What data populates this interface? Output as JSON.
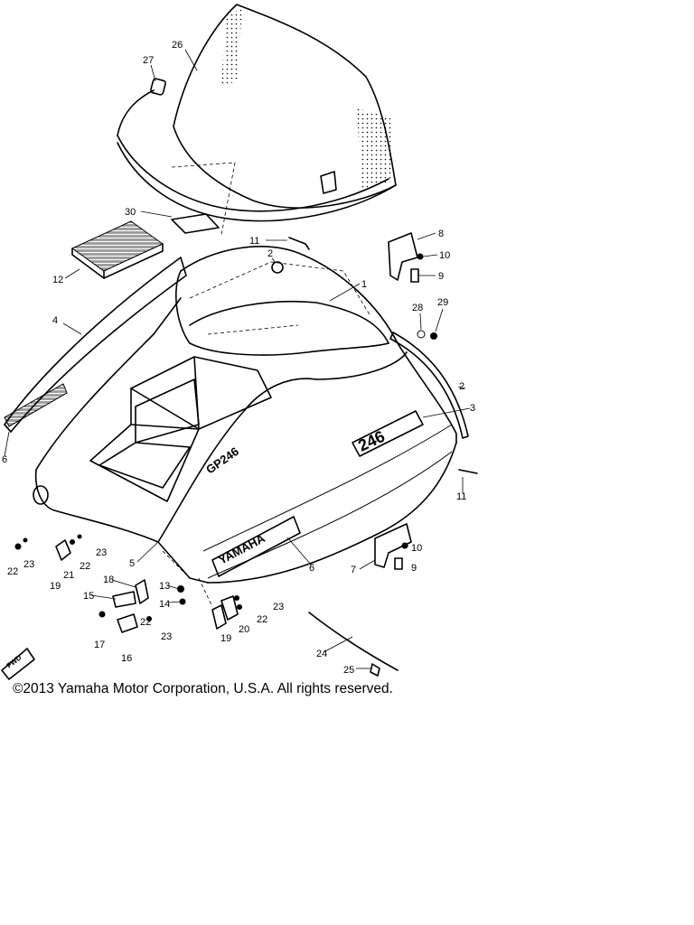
{
  "copyright": "©2013 Yamaha Motor Corporation, U.S.A. All rights reserved.",
  "decals": {
    "brand": "YAMAHA",
    "model_number": "246",
    "hood_text": "GP246",
    "front_arrow": "FWD"
  },
  "callouts": [
    "26",
    "27",
    "30",
    "11",
    "2",
    "8",
    "10",
    "9",
    "12",
    "1",
    "28",
    "29",
    "4",
    "2",
    "3",
    "6",
    "11",
    "5",
    "22",
    "23",
    "21",
    "22",
    "19",
    "23",
    "18",
    "15",
    "13",
    "14",
    "23",
    "22",
    "20",
    "19",
    "17",
    "16",
    "22",
    "23",
    "6",
    "7",
    "10",
    "9",
    "24",
    "25"
  ]
}
